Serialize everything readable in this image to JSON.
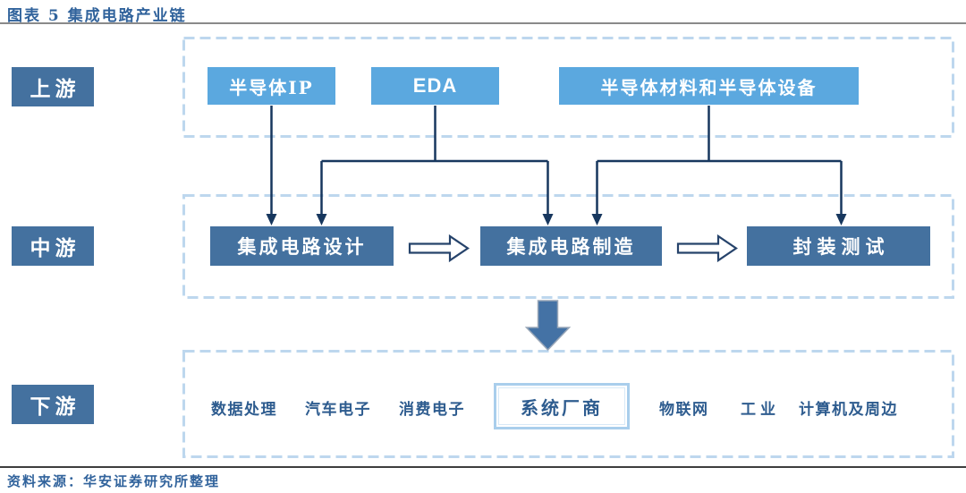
{
  "figure": {
    "title": "图表 5 集成电路产业链",
    "source": "资料来源：华安证券研究所整理"
  },
  "stages": {
    "upstream": {
      "label": "上游",
      "boxes": [
        "半导体IP",
        "EDA",
        "半导体材料和半导体设备"
      ]
    },
    "midstream": {
      "label": "中游",
      "boxes": [
        "集成电路设计",
        "集成电路制造",
        "封装测试"
      ]
    },
    "downstream": {
      "label": "下游",
      "items": [
        "数据处理",
        "汽车电子",
        "消费电子",
        "系统厂商",
        "物联网",
        "工业",
        "计算机及周边"
      ],
      "highlighted": "系统厂商"
    }
  },
  "flow": {
    "upstream_to_midstream": [
      {
        "from": "半导体IP",
        "to": [
          "集成电路设计"
        ]
      },
      {
        "from": "EDA",
        "to": [
          "集成电路设计",
          "集成电路制造"
        ]
      },
      {
        "from": "半导体材料和半导体设备",
        "to": [
          "集成电路制造",
          "封装测试"
        ]
      }
    ],
    "midstream_sequence": [
      "集成电路设计",
      "集成电路制造",
      "封装测试"
    ],
    "midstream_to_downstream": "big-down-arrow"
  },
  "colors": {
    "light_blue_box": "#5BA8DF",
    "steel_blue_box": "#44719F",
    "navy_connector": "#17375E",
    "dashed_border": "#BDD7EE",
    "title_text": "#31639C",
    "downstream_text": "#2E5C8F",
    "big_arrow_fill": "#4472A5",
    "highlight_box_border": "#A9CEEC"
  }
}
